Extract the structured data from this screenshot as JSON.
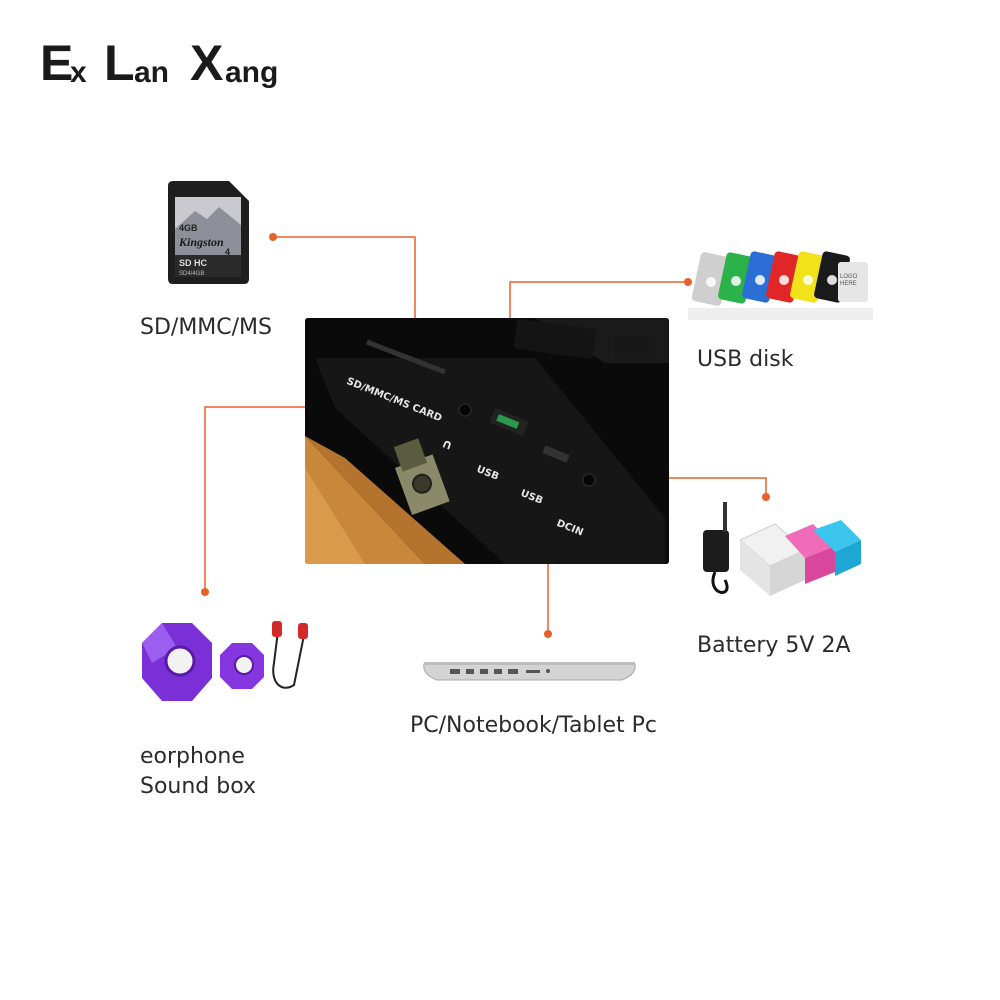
{
  "brand": {
    "logo_parts": [
      "E",
      "x",
      "L",
      "an",
      "X",
      "ang"
    ]
  },
  "sd_card": {
    "label": "SD/MMC/MS",
    "card_capacity": "4GB",
    "card_brand": "Kingston",
    "card_model": "SD4/4GB",
    "card_class": "4",
    "card_type": "SD HC"
  },
  "usb": {
    "label": "USB disk",
    "stick_text": "LOGO HERE"
  },
  "battery": {
    "label": "Battery  5V 2A"
  },
  "pc": {
    "label": "PC/Notebook/Tablet Pc"
  },
  "audio": {
    "label_line1": "eorphone",
    "label_line2": "Sound box"
  },
  "panel": {
    "port_sd": "SD/MMC/MS CARD",
    "port_headphone": "∩",
    "port_usb1": "USB",
    "port_usb2": "USB",
    "port_dcin": "DCIN"
  },
  "colors": {
    "leader": "#e8602c",
    "text": "#2b2b2b",
    "panel": "#0c0c0c",
    "wood": "#c8873a"
  }
}
